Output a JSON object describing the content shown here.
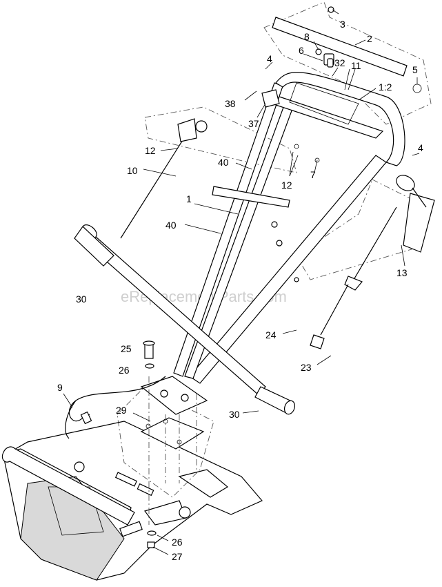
{
  "watermark": "eReplacementParts.com",
  "callouts": [
    "1",
    "1:2",
    "2",
    "3",
    "4",
    "4",
    "5",
    "6",
    "7",
    "8",
    "9",
    "10",
    "11",
    "12",
    "12",
    "13",
    "23",
    "24",
    "25",
    "26",
    "26",
    "27",
    "29",
    "30",
    "30",
    "32",
    "37",
    "38",
    "40",
    "40"
  ]
}
